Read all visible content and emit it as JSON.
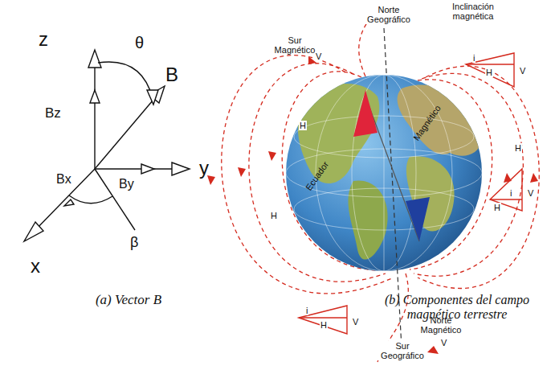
{
  "diagram": {
    "labels": [
      "z",
      "θ",
      "B",
      "Bz",
      "y",
      "Bx",
      "By",
      "β",
      "x",
      "(a) Vector B",
      "Norte Geográfico",
      "Inclinación magnética",
      "Sur Magnético",
      "V",
      "i",
      "H",
      "V",
      "H",
      "Magnético",
      "Ecuador",
      "H",
      "H",
      "i",
      "V",
      "H",
      "H",
      "i",
      "V",
      "Norte Magnético",
      "V",
      "Sur Geográfico",
      "(b) Componentes del campo magnético terrestre"
    ]
  }
}
